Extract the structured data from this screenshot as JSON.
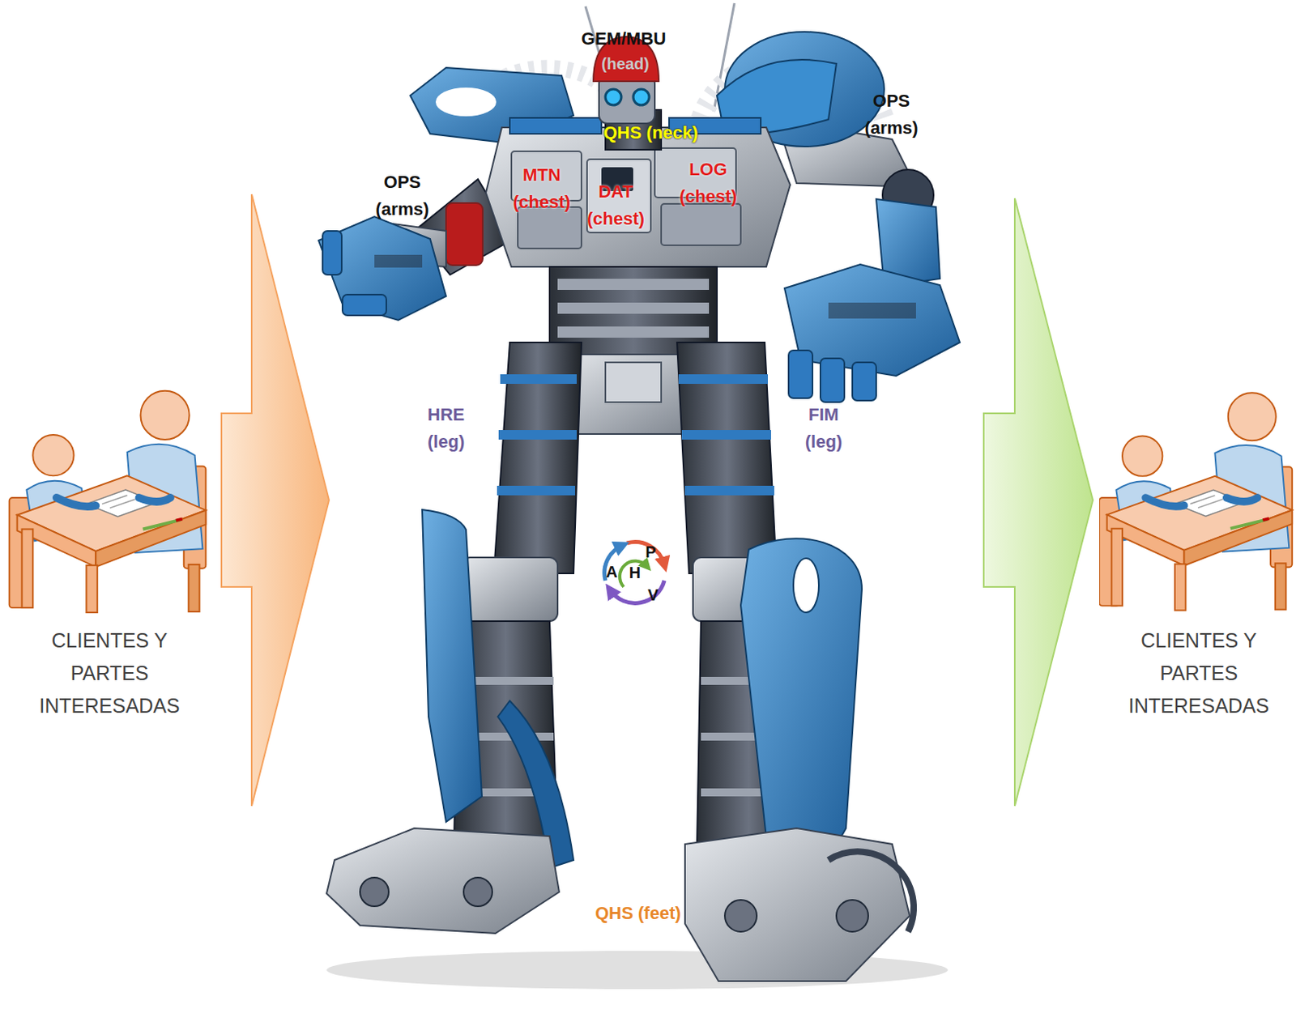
{
  "diagram": {
    "nodes": [
      {
        "text": [
          "CLIENTES Y PARTES INTERESADAS"
        ]
      },
      {
        "text": [
          "CLIENTES Y PARTES INTERESADAS"
        ]
      }
    ],
    "labels": [
      "GEM/MBU",
      "(head)",
      "OPS (arms)",
      "QHS (neck)",
      "OPS (arms)",
      "MTN (chest)",
      "LOG (chest)",
      "DAT (chest)",
      "HRE (leg)",
      "FIM (leg)",
      "P",
      "A",
      "H",
      "V",
      "QHS (feet)"
    ]
  }
}
